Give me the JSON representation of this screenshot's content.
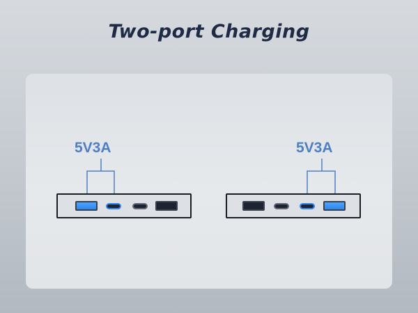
{
  "title": "Two-port Charging",
  "groups": [
    {
      "label": "5V3A",
      "ports": [
        "usb-a-active",
        "usb-c-active",
        "usb-c",
        "usb-a"
      ]
    },
    {
      "label": "5V3A",
      "ports": [
        "usb-a",
        "usb-c",
        "usb-c-active",
        "usb-a-active"
      ]
    }
  ],
  "colors": {
    "title": "#1f2a44",
    "accent": "#4f7fc2",
    "active_port": "#2f86ee",
    "port": "#1d2330",
    "device_outline": "#1a1d24"
  }
}
